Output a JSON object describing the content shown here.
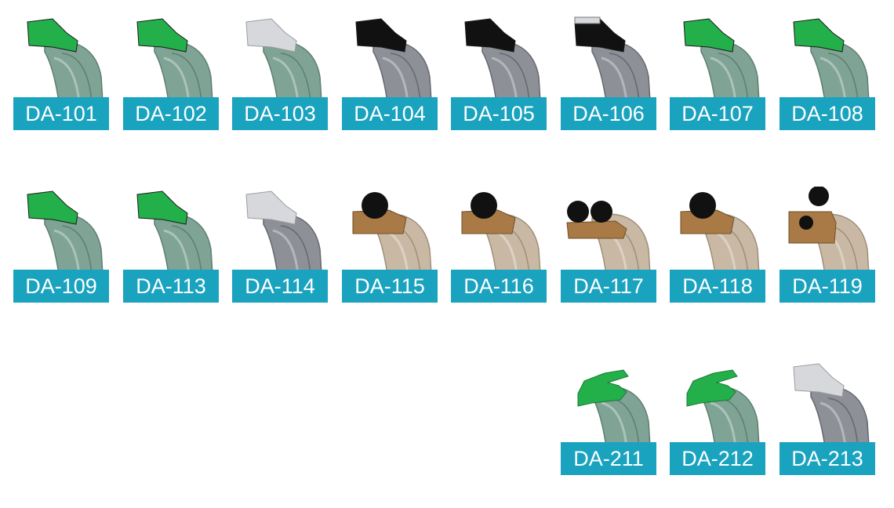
{
  "colors": {
    "label_bg": "#1aa3bf",
    "label_text": "#ffffff",
    "body_green": "#7fa394",
    "body_grey": "#8d9096",
    "body_tan": "#c9b9a4",
    "accent_green": "#23b04a",
    "accent_black": "#111111",
    "accent_light": "#d6d8dc",
    "accent_brown": "#a97a45"
  },
  "products": [
    {
      "code": "DA-101",
      "icon": "seal-green-lip-icon",
      "body": "green",
      "part": "green"
    },
    {
      "code": "DA-102",
      "icon": "seal-green-lip-icon",
      "body": "green",
      "part": "green"
    },
    {
      "code": "DA-103",
      "icon": "seal-light-lip-icon",
      "body": "green",
      "part": "light"
    },
    {
      "code": "DA-104",
      "icon": "seal-black-lip-icon",
      "body": "grey",
      "part": "black"
    },
    {
      "code": "DA-105",
      "icon": "seal-black-lip-icon",
      "body": "grey",
      "part": "black"
    },
    {
      "code": "DA-106",
      "icon": "seal-black-lip-icon",
      "body": "grey",
      "part": "blackframe"
    },
    {
      "code": "DA-107",
      "icon": "seal-green-lip-icon",
      "body": "green",
      "part": "green"
    },
    {
      "code": "DA-108",
      "icon": "seal-green-lip-icon",
      "body": "green",
      "part": "green"
    },
    {
      "code": "DA-109",
      "icon": "seal-green-lip-icon",
      "body": "green",
      "part": "green"
    },
    {
      "code": "DA-113",
      "icon": "seal-green-lip-icon",
      "body": "green",
      "part": "green"
    },
    {
      "code": "DA-114",
      "icon": "seal-light-lip-icon",
      "body": "grey",
      "part": "light"
    },
    {
      "code": "DA-115",
      "icon": "seal-oring-icon",
      "body": "tan",
      "part": "oring1"
    },
    {
      "code": "DA-116",
      "icon": "seal-oring-icon",
      "body": "tan",
      "part": "oring1"
    },
    {
      "code": "DA-117",
      "icon": "seal-double-oring-icon",
      "body": "tan",
      "part": "oring2"
    },
    {
      "code": "DA-118",
      "icon": "seal-oring-icon",
      "body": "tan",
      "part": "oring1"
    },
    {
      "code": "DA-119",
      "icon": "seal-double-oring-icon",
      "body": "tan",
      "part": "oring3"
    },
    {
      "code": "DA-211",
      "icon": "seal-green-lip-icon",
      "body": "green",
      "part": "greenwing"
    },
    {
      "code": "DA-212",
      "icon": "seal-green-lip-icon",
      "body": "green",
      "part": "greenwing"
    },
    {
      "code": "DA-213",
      "icon": "seal-light-lip-icon",
      "body": "grey",
      "part": "light"
    }
  ]
}
